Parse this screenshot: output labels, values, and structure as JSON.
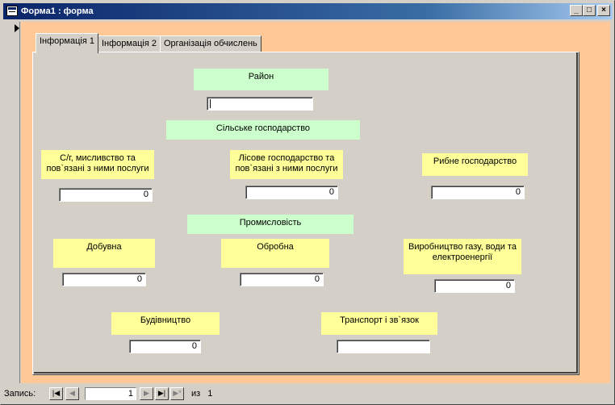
{
  "window": {
    "title": "Форма1 : форма"
  },
  "window_buttons": {
    "minimize": "_",
    "maximize": "□",
    "close": "×"
  },
  "tabs": [
    {
      "label": "Інформація 1",
      "active": true
    },
    {
      "label": "Інформація 2",
      "active": false
    },
    {
      "label": "Організація обчислень",
      "active": false
    }
  ],
  "form": {
    "district": {
      "label": "Район",
      "value": ""
    },
    "agriculture": {
      "header": "Сільське господарство",
      "items": [
        {
          "label": "С/г, мисливство та пов`язані з ними послуги",
          "value": "0"
        },
        {
          "label": "Лісове господарство та пов`язані з ними послуги",
          "value": "0"
        },
        {
          "label": "Рибне господарство",
          "value": "0"
        }
      ]
    },
    "industry": {
      "header": "Промисловість",
      "items": [
        {
          "label": "Добувна",
          "value": "0"
        },
        {
          "label": "Обробна",
          "value": "0"
        },
        {
          "label": "Виробництво газу, води та електроенергії",
          "value": "0"
        }
      ]
    },
    "construction": {
      "label": "Будівництво",
      "value": "0"
    },
    "transport": {
      "label": "Транспорт і зв`язок",
      "value": ""
    }
  },
  "navigation": {
    "record_label": "Запись:",
    "current_record": "1",
    "of_label": "из",
    "total_records": "1",
    "first_icon": "|◀",
    "prev_icon": "◀",
    "next_icon": "▶",
    "last_icon": "▶|",
    "new_icon": "▶*"
  },
  "colors": {
    "green_label": "#ccffcc",
    "yellow_label": "#ffff99",
    "form_background": "#ffc896"
  }
}
